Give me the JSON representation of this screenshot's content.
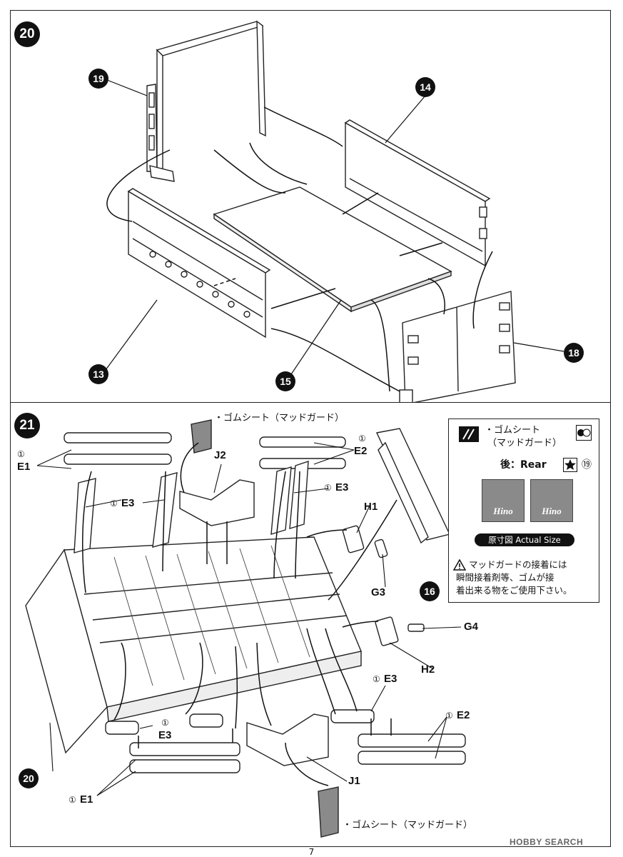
{
  "page": {
    "number": "7",
    "watermark": "HOBBY SEARCH"
  },
  "step20": {
    "number": "20",
    "parts": [
      "19",
      "14",
      "13",
      "15",
      "18"
    ]
  },
  "step21": {
    "number": "21",
    "top_sheet_label": "・ゴムシート（マッドガード）",
    "bottom_sheet_label": "・ゴムシート（マッドガード）",
    "part_labels": {
      "e1_top": "E1",
      "e1_top_qty": "①",
      "e3_left": "E3",
      "e3_left_qty": "①",
      "j2": "J2",
      "e2_top": "E2",
      "e2_top_qty": "①",
      "e3_right": "E3",
      "e3_right_qty": "①",
      "h1": "H1",
      "g3": "G3",
      "g4": "G4",
      "h2": "H2",
      "e3_bottom_right": "E3",
      "e3_bottom_right_qty": "①",
      "e2_bottom": "E2",
      "e2_bottom_qty": "①",
      "e3_bottom_left": "E3",
      "e3_bottom_left_qty": "①",
      "j1": "J1",
      "e1_bottom": "E1",
      "e1_bottom_qty": "①",
      "ref16": "16",
      "ref20": "20"
    },
    "info_box": {
      "title_line1": "・ゴムシート",
      "title_line2": "（マッドガード）",
      "rear_label": "後：Rear",
      "star_ref": "⑲",
      "decal_text_1": "Hino",
      "decal_text_2": "Hino",
      "actual_size": "原寸図 Actual Size",
      "warning_line1": "マッドガードの接着には",
      "warning_line2": "瞬間接着剤等、ゴムが接",
      "warning_line3": "着出来る物をご使用下さい。"
    }
  },
  "colors": {
    "ink": "#111111",
    "decal": "#8a8a8a"
  }
}
